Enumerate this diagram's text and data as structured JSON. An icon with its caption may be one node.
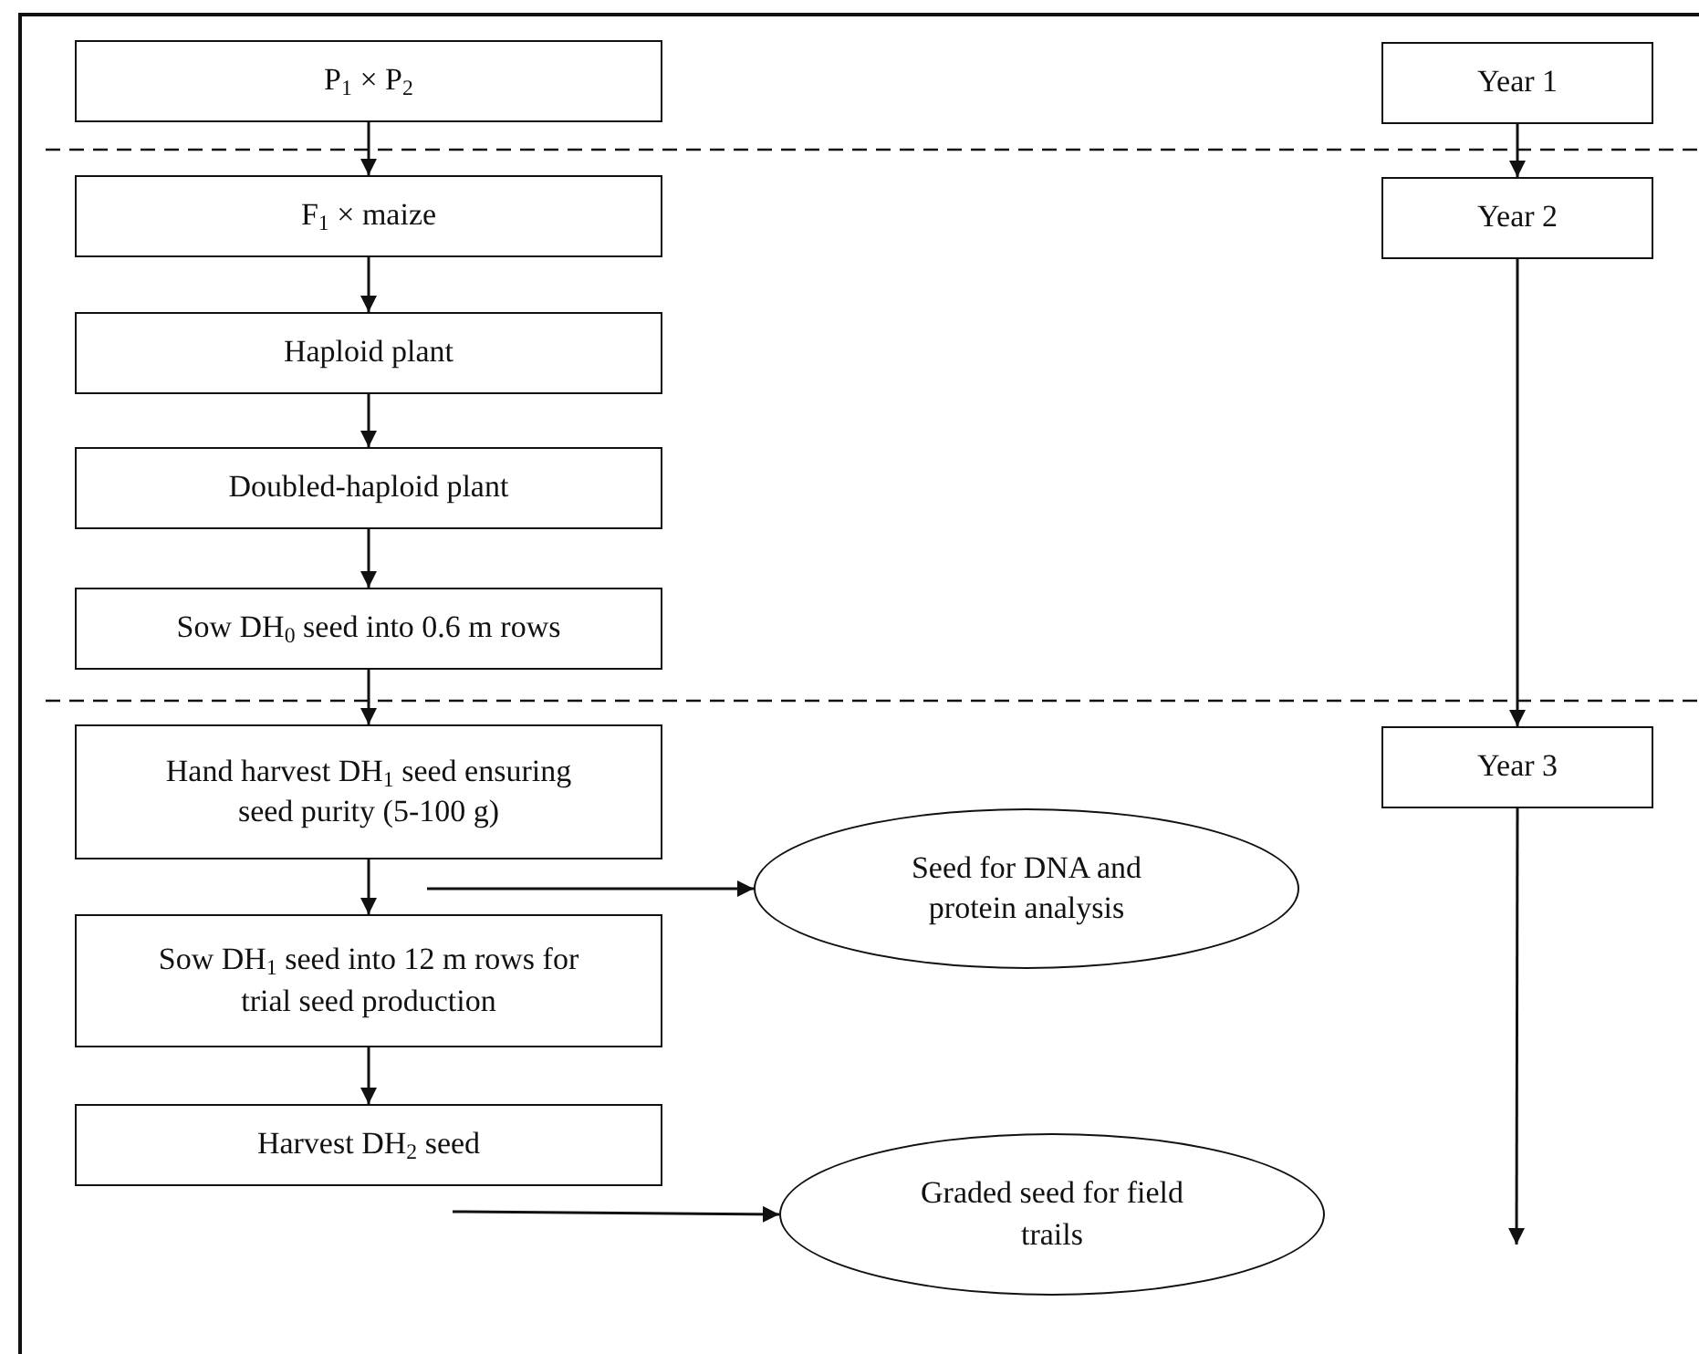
{
  "diagram": {
    "nodes": [
      {
        "text": [
          "P$_{1}$ × P$_{2}$"
        ]
      },
      {
        "text": [
          "F$_{1}$ × maize"
        ]
      },
      {
        "text": [
          "Haploid plant"
        ]
      },
      {
        "text": [
          "Doubled-haploid plant"
        ]
      },
      {
        "text": [
          "Sow DH$_{0}$ seed into 0.6 m rows"
        ]
      },
      {
        "text": [
          "Hand harvest DH$_{1}$ seed ensuring seed purity (5-100 g)"
        ]
      },
      {
        "text": [
          "Sow DH$_{1}$ seed into 12 m rows for trial seed production"
        ]
      },
      {
        "text": [
          "Harvest DH$_{2}$ seed"
        ]
      },
      {
        "text": [
          "Seed for DNA and protein analysis"
        ]
      },
      {
        "text": [
          "Graded seed for field trails"
        ]
      },
      {
        "text": [
          "Year 1"
        ]
      },
      {
        "text": [
          "Year 2"
        ]
      },
      {
        "text": [
          "Year 3"
        ]
      }
    ],
    "edges": [
      {
        "from": 0,
        "to": 1,
        "arrow": "to"
      },
      {
        "from": 1,
        "to": 2,
        "arrow": "to"
      },
      {
        "from": 2,
        "to": 3,
        "arrow": "to"
      },
      {
        "from": 3,
        "to": 4,
        "arrow": "to"
      },
      {
        "from": 4,
        "to": 5,
        "arrow": "to"
      },
      {
        "from": 5,
        "to": 6,
        "arrow": "to"
      },
      {
        "from": 6,
        "to": 7,
        "arrow": "to"
      },
      {
        "from": null,
        "to": 8,
        "arrow": "to"
      },
      {
        "from": null,
        "to": 9,
        "arrow": "to"
      },
      {
        "from": 10,
        "to": 11,
        "arrow": "to"
      },
      {
        "from": 11,
        "to": 12,
        "arrow": "to"
      },
      {
        "from": 12,
        "to": null,
        "arrow": "to"
      }
    ]
  }
}
